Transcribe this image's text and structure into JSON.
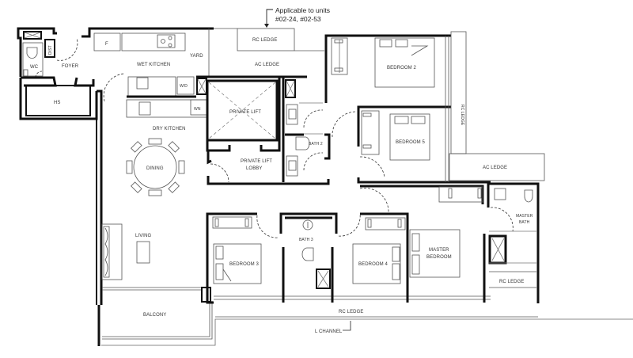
{
  "note": {
    "line1": "Applicable to units",
    "line2": "#02-24, #02-53"
  },
  "rooms": {
    "wc": "WC",
    "dist": "DIST",
    "foyer": "FOYER",
    "hs": "HS",
    "fridge": "F",
    "wet_kitchen": "WET KITCHEN",
    "yard": "YARD",
    "wd": "W/D",
    "wn": "WN",
    "dry_kitchen": "DRY KITCHEN",
    "dining": "DINING",
    "living": "LIVING",
    "balcony": "BALCONY",
    "private_lift": "PRIVATE LIFT",
    "private_lift_lobby_1": "PRIVATE LIFT",
    "private_lift_lobby_2": "LOBBY",
    "rc_ledge_top": "RC LEDGE",
    "ac_ledge_top": "AC LEDGE",
    "bedroom2": "BEDROOM 2",
    "bedroom5": "BEDROOM 5",
    "bath2": "BATH 2",
    "rc_ledge_right": "RC LEDGE",
    "ac_ledge_right": "AC LEDGE",
    "bedroom3": "BEDROOM 3",
    "bath3": "BATH 3",
    "bedroom4": "BEDROOM 4",
    "master_bedroom_1": "MASTER",
    "master_bedroom_2": "BEDROOM",
    "master_bath_1": "MASTER",
    "master_bath_2": "BATH",
    "rc_ledge_master": "RC LEDGE",
    "rc_ledge_bottom": "RC LEDGE",
    "l_channel": "L CHANNEL"
  },
  "colors": {
    "wall": "#111111",
    "line": "#555555",
    "background": "#ffffff"
  }
}
